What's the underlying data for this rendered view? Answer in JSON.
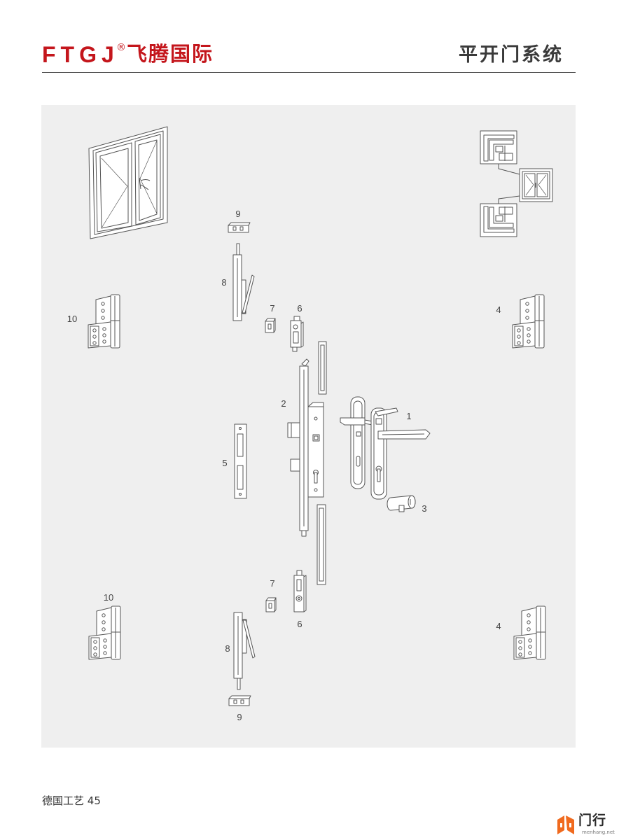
{
  "header": {
    "logo_mark": "FTGJ",
    "registered_mark": "®",
    "company_name": "飞腾国际",
    "section_title": "平开门系统"
  },
  "diagram": {
    "callouts": [
      "9",
      "8",
      "7",
      "6",
      "10",
      "4",
      "2",
      "1",
      "5",
      "3",
      "7",
      "10",
      "6",
      "4",
      "8",
      "9"
    ]
  },
  "footer": {
    "label": "德国工艺",
    "page_number": "45"
  },
  "watermark": {
    "brand": "门行",
    "site": "menhang.net"
  },
  "colors": {
    "brand_red": "#c4161c",
    "title_gray": "#3a3a3a",
    "panel_bg": "#efefef",
    "line_art": "#555555",
    "watermark_orange": "#f06a1e"
  }
}
